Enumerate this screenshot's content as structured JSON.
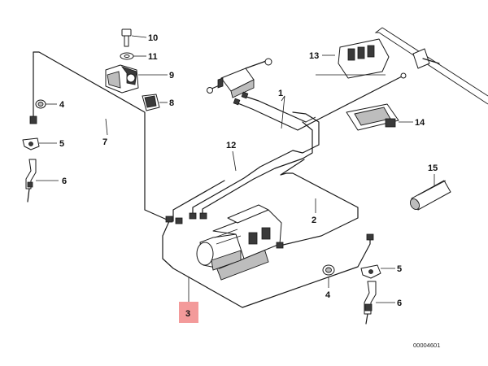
{
  "callouts": {
    "c1": "1",
    "c2": "2",
    "c3": "3",
    "c4a": "4",
    "c4b": "4",
    "c5a": "5",
    "c5b": "5",
    "c6a": "6",
    "c6b": "6",
    "c7": "7",
    "c8": "8",
    "c9": "9",
    "c10": "10",
    "c11": "11",
    "c12": "12",
    "c13": "13",
    "c14": "14",
    "c15": "15"
  },
  "highlighted_part": "3",
  "highlight_color": "#f39a9a",
  "drawing_number": "00004601"
}
